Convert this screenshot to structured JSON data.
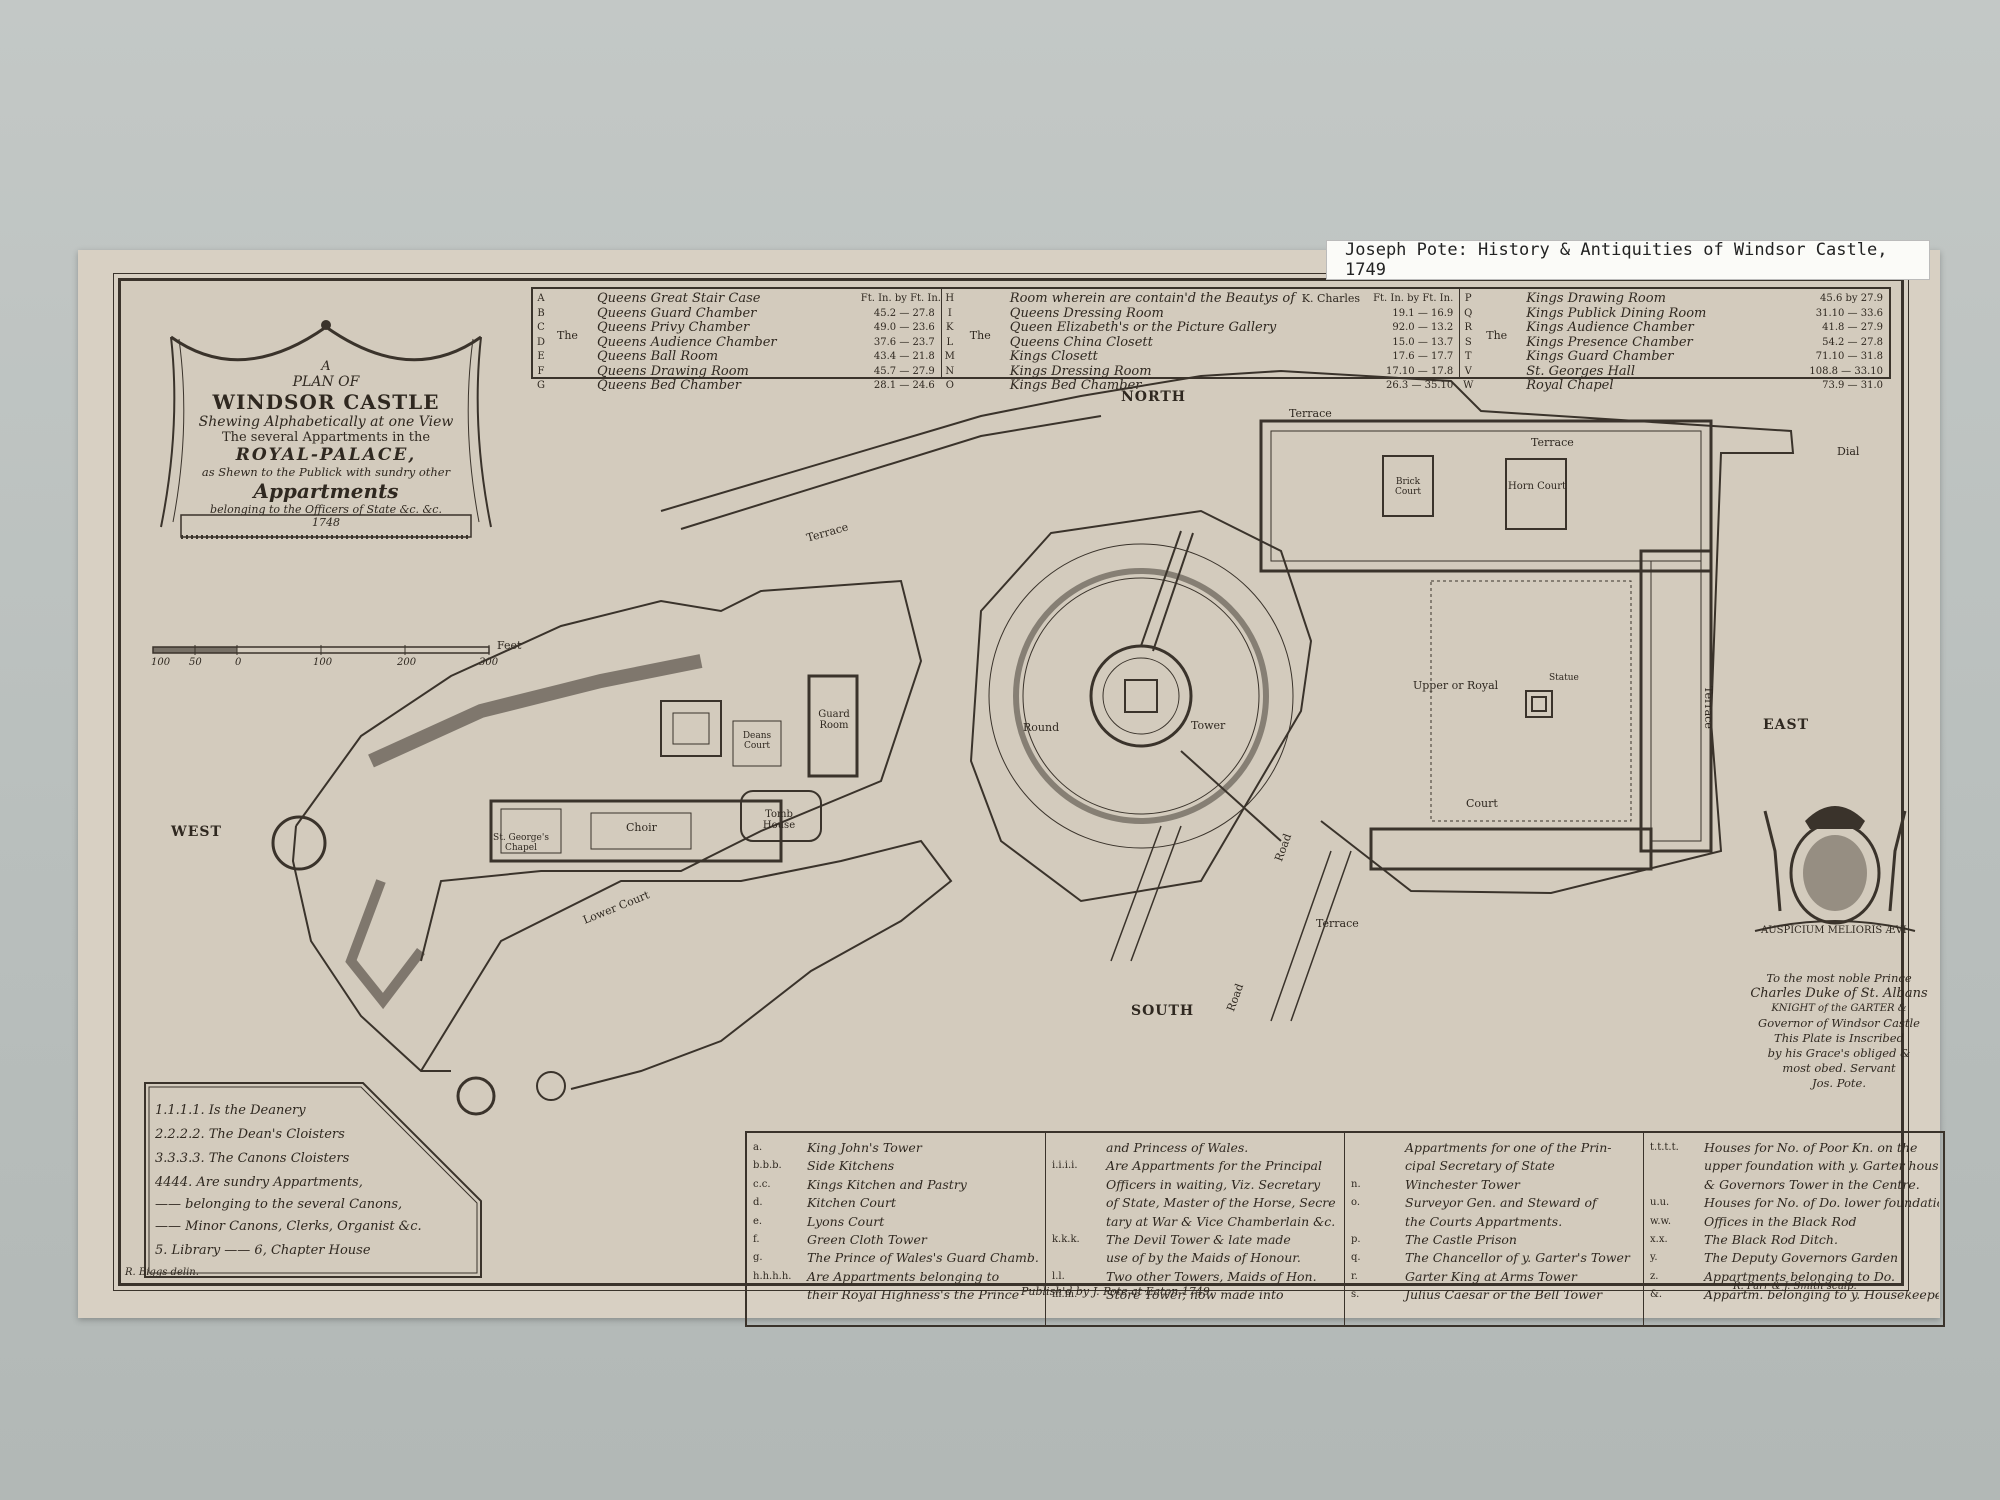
{
  "label_strip": "Joseph Pote: History & Antiquities of Windsor Castle, 1749",
  "title": {
    "line1": "A",
    "line2": "PLAN OF",
    "line3": "WINDSOR CASTLE",
    "line4": "Shewing Alphabetically at one View",
    "line5": "The several Appartments in the",
    "line6": "ROYAL-PALACE,",
    "line7": "as Shewn to the Publick with sundry other",
    "line8": "Appartments",
    "line9": "belonging to the Officers of State &c. &c.",
    "line10": "1748"
  },
  "top_legend": {
    "col1": {
      "prefix": "The",
      "rows": [
        {
          "letter": "A",
          "name": "Queens Great Stair Case",
          "dims": "Ft. In. by Ft. In."
        },
        {
          "letter": "B",
          "name": "Queens Guard Chamber",
          "dims": "45.2 — 27.8"
        },
        {
          "letter": "C",
          "name": "Queens Privy Chamber",
          "dims": "49.0 — 23.6"
        },
        {
          "letter": "D",
          "name": "Queens Audience Chamber",
          "dims": "37.6 — 23.7"
        },
        {
          "letter": "E",
          "name": "Queens Ball Room",
          "dims": "43.4 — 21.8"
        },
        {
          "letter": "F",
          "name": "Queens Drawing Room",
          "dims": "45.7 — 27.9"
        },
        {
          "letter": "G",
          "name": "Queens Bed Chamber",
          "dims": "28.1 — 24.6"
        }
      ]
    },
    "col2": {
      "prefix": "The",
      "k_charles": "K. Charles",
      "rows": [
        {
          "letter": "H",
          "name": "Room wherein are contain'd the Beautys of",
          "dims": "Ft. In. by Ft. In."
        },
        {
          "letter": "I",
          "name": "Queens Dressing Room",
          "dims": "19.1 — 16.9"
        },
        {
          "letter": "K",
          "name": "Queen Elizabeth's or the Picture Gallery",
          "dims": "92.0 — 13.2"
        },
        {
          "letter": "L",
          "name": "Queens China Closett",
          "dims": "15.0 — 13.7"
        },
        {
          "letter": "M",
          "name": "Kings Closett",
          "dims": "17.6 — 17.7"
        },
        {
          "letter": "N",
          "name": "Kings Dressing Room",
          "dims": "17.10 — 17.8"
        },
        {
          "letter": "O",
          "name": "Kings Bed Chamber",
          "dims": "26.3 — 35.10"
        }
      ]
    },
    "col3": {
      "prefix": "The",
      "rows": [
        {
          "letter": "P",
          "name": "Kings Drawing Room",
          "dims": "45.6 by 27.9"
        },
        {
          "letter": "Q",
          "name": "Kings Publick Dining Room",
          "dims": "31.10 — 33.6"
        },
        {
          "letter": "R",
          "name": "Kings Audience Chamber",
          "dims": "41.8 — 27.9"
        },
        {
          "letter": "S",
          "name": "Kings Presence Chamber",
          "dims": "54.2 — 27.8"
        },
        {
          "letter": "T",
          "name": "Kings Guard Chamber",
          "dims": "71.10 — 31.8"
        },
        {
          "letter": "V",
          "name": "St. Georges Hall",
          "dims": "108.8 — 33.10"
        },
        {
          "letter": "W",
          "name": "Royal Chapel",
          "dims": "73.9 — 31.0"
        }
      ]
    }
  },
  "scale": {
    "ticks": [
      "100",
      "50",
      "0",
      "100",
      "200",
      "300"
    ],
    "unit": "Feet"
  },
  "map_labels": {
    "north": "NORTH",
    "south": "SOUTH",
    "east": "EAST",
    "west": "WEST",
    "terrace": "Terrace",
    "dial": "Dial",
    "round": "Round",
    "tower": "Tower",
    "upper_court": "Upper or Royal",
    "court": "Court",
    "statue": "Statue",
    "lower_court": "Lower Court",
    "st_georges_chapel": "St. George's Chapel",
    "choir": "Choir",
    "tomb_house": "Tomb House",
    "guard_room": "Guard Room",
    "deans_court": "Deans Court",
    "horn_court": "Horn Court",
    "brick_court": "Brick Court",
    "road": "Road"
  },
  "lower_left_legend": [
    "1.1.1.1. Is the Deanery",
    "2.2.2.2. The Dean's Cloisters",
    "3.3.3.3. The Canons Cloisters",
    "4444. Are sundry Appartments,",
    "—— belonging to the several Canons,",
    "—— Minor Canons, Clerks, Organist &c.",
    "5. Library —— 6, Chapter House"
  ],
  "bottom_legend": {
    "col1": [
      {
        "k": "a.",
        "v": "King John's Tower"
      },
      {
        "k": "b.b.b.",
        "v": "Side Kitchens"
      },
      {
        "k": "c.c.",
        "v": "Kings Kitchen and Pastry"
      },
      {
        "k": "d.",
        "v": "Kitchen Court"
      },
      {
        "k": "e.",
        "v": "Lyons Court"
      },
      {
        "k": "f.",
        "v": "Green Cloth Tower"
      },
      {
        "k": "g.",
        "v": "The Prince of Wales's Guard Chamb."
      },
      {
        "k": "h.h.h.h.",
        "v": "Are Appartments belonging to"
      },
      {
        "k": "",
        "v": "their Royal Highness's the Prince"
      }
    ],
    "col2": [
      {
        "k": "",
        "v": "and Princess of Wales."
      },
      {
        "k": "i.i.i.i.",
        "v": "Are Appartments for the Principal"
      },
      {
        "k": "",
        "v": "Officers in waiting, Viz. Secretary"
      },
      {
        "k": "",
        "v": "of State, Master of the Horse, Secre"
      },
      {
        "k": "",
        "v": "tary at War & Vice Chamberlain &c."
      },
      {
        "k": "k.k.k.",
        "v": "The Devil Tower & late made"
      },
      {
        "k": "",
        "v": "use of by the Maids of Honour."
      },
      {
        "k": "l.l.",
        "v": "Two other Towers, Maids of Hon."
      },
      {
        "k": "m.m.",
        "v": "Store Tower, now made into"
      }
    ],
    "col3": [
      {
        "k": "",
        "v": "Appartments for one of the Prin-"
      },
      {
        "k": "",
        "v": "cipal Secretary of State"
      },
      {
        "k": "n.",
        "v": "Winchester Tower"
      },
      {
        "k": "o.",
        "v": "Surveyor Gen. and Steward of"
      },
      {
        "k": "",
        "v": "the Courts Appartments."
      },
      {
        "k": "p.",
        "v": "The Castle Prison"
      },
      {
        "k": "q.",
        "v": "The Chancellor of y. Garter's Tower"
      },
      {
        "k": "r.",
        "v": "Garter King at Arms Tower"
      },
      {
        "k": "s.",
        "v": "Julius Caesar or the Bell Tower"
      }
    ],
    "col4": [
      {
        "k": "t.t.t.t.",
        "v": "Houses for No. of Poor Kn. on the"
      },
      {
        "k": "",
        "v": "upper foundation with y. Garter house"
      },
      {
        "k": "",
        "v": "& Governors Tower in the Centre."
      },
      {
        "k": "u.u.",
        "v": "Houses for No. of Do. lower foundation."
      },
      {
        "k": "w.w.",
        "v": "Offices in the Black Rod"
      },
      {
        "k": "x.x.",
        "v": "The Black Rod Ditch."
      },
      {
        "k": "y.",
        "v": "The Deputy Governors Garden"
      },
      {
        "k": "z.",
        "v": "Appartments belonging to Do."
      },
      {
        "k": "&.",
        "v": "Appartm. belonging to y. Housekeeper."
      }
    ]
  },
  "dedication": [
    "To the most noble Prince",
    "Charles Duke of St. Albans",
    "KNIGHT of the GARTER &",
    "Governor of Windsor Castle",
    "This Plate is Inscribed",
    "by his Grace's obliged &",
    "most obed. Servant",
    "Jos. Pote."
  ],
  "motto": "AUSPICIUM MELIORIS ÆVI",
  "credits": {
    "left": "R. Biggs delin.",
    "center": "Publish'd by J. Pote at Eaton 1749.",
    "right": "R. Parr & J. Smith sculp."
  }
}
